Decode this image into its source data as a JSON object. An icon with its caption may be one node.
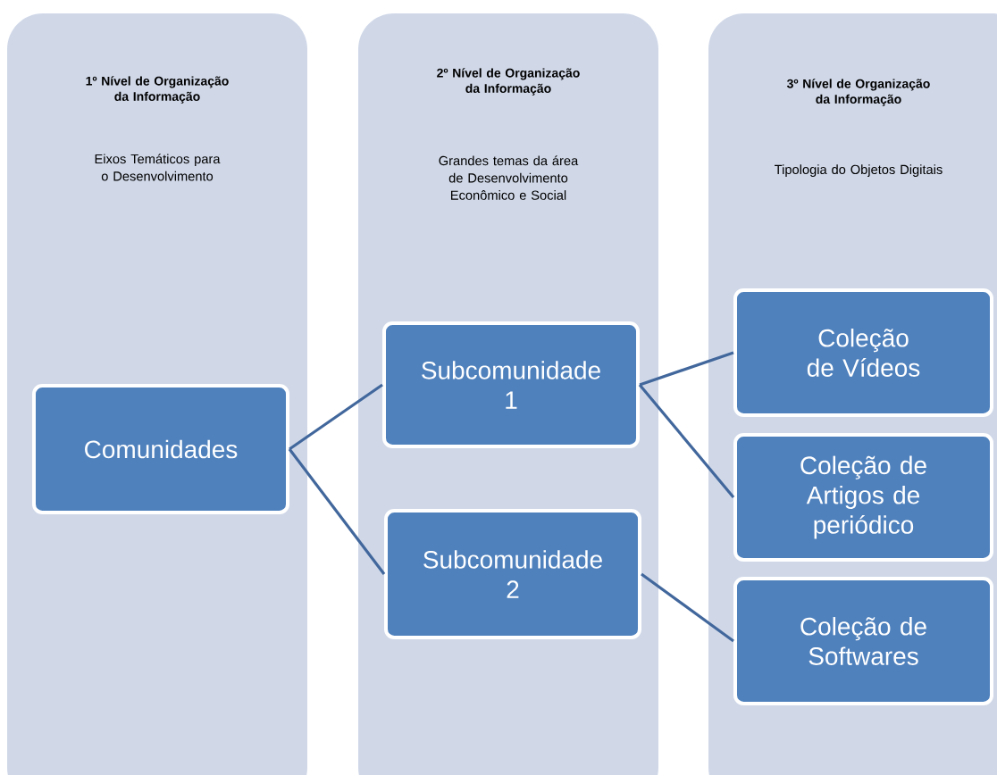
{
  "diagram": {
    "nodes": [
      {
        "text": [
          "1º Nível de Organização da Informação",
          "Eixos Temáticos para o Desenvolvimento"
        ]
      },
      {
        "text": [
          "Comunidades"
        ],
        "in": 0
      },
      {
        "text": [
          "2º Nível de Organização da Informação",
          "Grandes temas da área de Desenvolvimento Econômico e Social"
        ]
      },
      {
        "text": [
          "Subcomunidade 1"
        ],
        "in": 2
      },
      {
        "text": [
          "Subcomunidade 2"
        ],
        "in": 2
      },
      {
        "text": [
          "3º Nível de Organização da Informação",
          "Tipologia do Objetos Digitais"
        ]
      },
      {
        "text": [
          "Coleção de Vídeos"
        ],
        "in": 5
      },
      {
        "text": [
          "Coleção de Artigos de periódico"
        ],
        "in": 5
      },
      {
        "text": [
          "Coleção de Softwares"
        ],
        "in": 5
      }
    ],
    "edges": [
      {
        "from": 1,
        "to": 3,
        "arrow": "none"
      },
      {
        "from": 1,
        "to": 4,
        "arrow": "none"
      },
      {
        "from": 3,
        "to": 6,
        "arrow": "none"
      },
      {
        "from": 3,
        "to": 7,
        "arrow": "none"
      },
      {
        "from": 4,
        "to": 8,
        "arrow": "none"
      }
    ]
  }
}
